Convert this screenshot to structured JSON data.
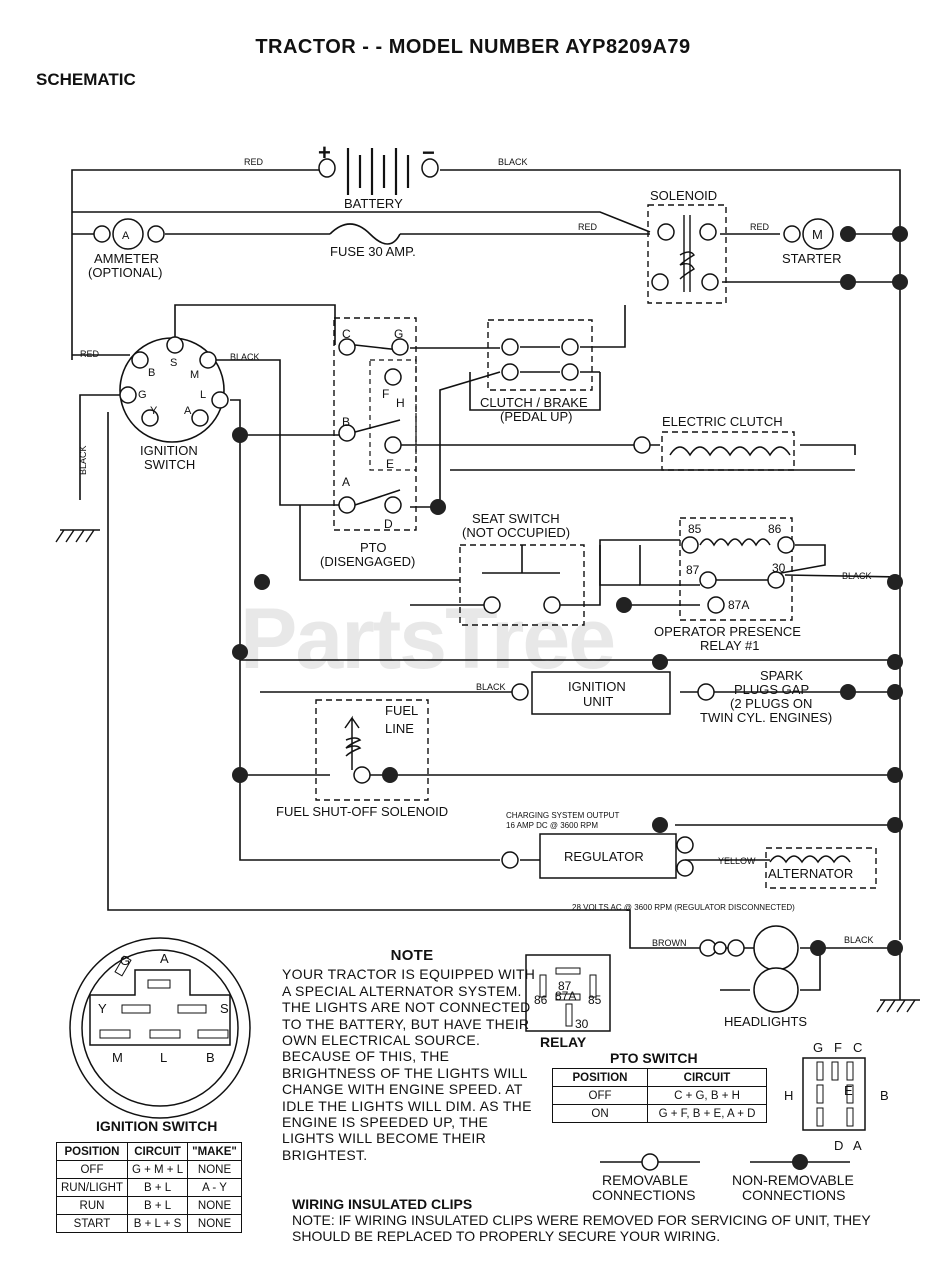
{
  "header": {
    "title": "TRACTOR - - MODEL NUMBER AYP8209A79",
    "subtitle": "SCHEMATIC"
  },
  "watermark": "PartsTree",
  "components": {
    "battery": "BATTERY",
    "ammeter": "AMMETER",
    "ammeter_opt": "(OPTIONAL)",
    "ammeter_symbol": "A",
    "fuse": "FUSE 30 AMP.",
    "solenoid": "SOLENOID",
    "starter": "STARTER",
    "starter_symbol": "M",
    "ignition_switch_1": "IGNITION",
    "ignition_switch_2": "SWITCH",
    "pto_1": "PTO",
    "pto_2": "(DISENGAGED)",
    "clutch_brake_1": "CLUTCH / BRAKE",
    "clutch_brake_2": "(PEDAL UP)",
    "electric_clutch": "ELECTRIC CLUTCH",
    "seat_switch_1": "SEAT SWITCH",
    "seat_switch_2": "(NOT OCCUPIED)",
    "relay_1": "OPERATOR PRESENCE",
    "relay_2": "RELAY #1",
    "ignition_unit_1": "IGNITION",
    "ignition_unit_2": "UNIT",
    "spark_1": "SPARK",
    "spark_2": "PLUGS GAP",
    "spark_3": "(2 PLUGS ON",
    "spark_4": "TWIN CYL. ENGINES)",
    "fuel_line_1": "FUEL",
    "fuel_line_2": "LINE",
    "fuel_solenoid": "FUEL SHUT-OFF SOLENOID",
    "charging_1": "CHARGING SYSTEM OUTPUT",
    "charging_2": "16 AMP DC @ 3600 RPM",
    "regulator": "REGULATOR",
    "alternator": "ALTERNATOR",
    "volts_note": "28 VOLTS AC @ 3600 RPM (REGULATOR DISCONNECTED)",
    "headlights": "HEADLIGHTS"
  },
  "wire_labels": {
    "red": "RED",
    "black": "BLACK",
    "yellow": "YELLOW",
    "brown": "BROWN",
    "plus": "+",
    "minus": "−"
  },
  "terminals": {
    "ign": [
      "S",
      "B",
      "M",
      "G",
      "L",
      "Y",
      "A"
    ],
    "pto": [
      "C",
      "G",
      "F",
      "H",
      "B",
      "E",
      "A",
      "D"
    ],
    "relay": [
      "85",
      "86",
      "87",
      "30",
      "87A"
    ]
  },
  "note": {
    "heading": "NOTE",
    "body": "YOUR TRACTOR IS EQUIPPED WITH A SPECIAL ALTERNATOR SYSTEM. THE LIGHTS ARE NOT CONNECTED TO THE BATTERY, BUT HAVE THEIR OWN ELECTRICAL SOURCE. BECAUSE OF THIS, THE BRIGHTNESS OF THE LIGHTS WILL CHANGE WITH ENGINE SPEED. AT IDLE THE LIGHTS WILL DIM. AS THE ENGINE IS SPEEDED UP, THE LIGHTS WILL BECOME THEIR BRIGHTEST."
  },
  "relay_legend": {
    "caption": "RELAY",
    "pins": [
      "87",
      "87A",
      "86",
      "85",
      "30"
    ]
  },
  "ignition_legend": {
    "caption": "IGNITION SWITCH",
    "pins": [
      "G",
      "A",
      "Y",
      "S",
      "M",
      "L",
      "B"
    ],
    "columns": [
      "POSITION",
      "CIRCUIT",
      "\"MAKE\""
    ],
    "rows": [
      [
        "OFF",
        "G + M + L",
        "NONE"
      ],
      [
        "RUN/LIGHT",
        "B + L",
        "A - Y"
      ],
      [
        "RUN",
        "B + L",
        "NONE"
      ],
      [
        "START",
        "B + L + S",
        "NONE"
      ]
    ]
  },
  "pto_legend": {
    "caption": "PTO SWITCH",
    "columns": [
      "POSITION",
      "CIRCUIT"
    ],
    "rows": [
      [
        "OFF",
        "C + G, B + H"
      ],
      [
        "ON",
        "G + F, B + E, A + D"
      ]
    ],
    "pins": [
      "G",
      "F",
      "C",
      "H",
      "E",
      "B",
      "D",
      "A"
    ]
  },
  "connections_legend": {
    "removable_1": "REMOVABLE",
    "removable_2": "CONNECTIONS",
    "nonremovable_1": "NON-REMOVABLE",
    "nonremovable_2": "CONNECTIONS"
  },
  "clips": {
    "heading": "WIRING INSULATED CLIPS",
    "note": "NOTE: IF WIRING INSULATED CLIPS WERE REMOVED FOR SERVICING OF UNIT, THEY SHOULD BE REPLACED TO PROPERLY SECURE YOUR WIRING."
  }
}
